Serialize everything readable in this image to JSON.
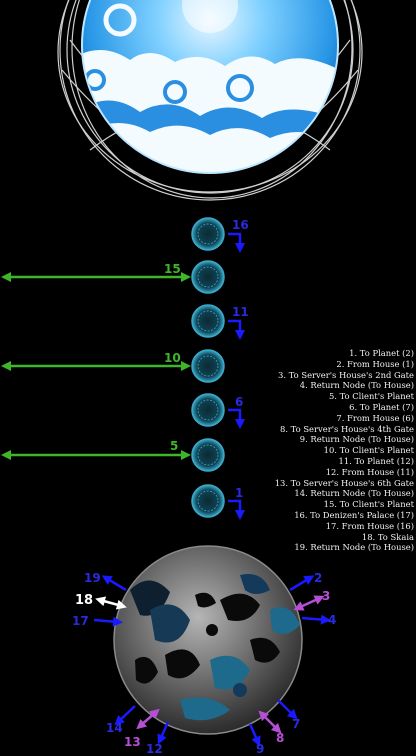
{
  "node_labels": {
    "n16": "16",
    "n15": "15",
    "n11": "11",
    "n10": "10",
    "n6": "6",
    "n5": "5",
    "n1": "1"
  },
  "bottom_labels": {
    "l19": "19",
    "l18": "18",
    "l17": "17",
    "l2": "2",
    "l3": "3",
    "l4": "4",
    "l14": "14",
    "l13": "13",
    "l12": "12",
    "l9": "9",
    "l8": "8",
    "l7": "7"
  },
  "legend": [
    "1. To Planet (2)",
    "2. From House (1)",
    "3. To Server's House's 2nd Gate",
    "4. Return Node (To House)",
    "5. To Client's Planet",
    "6. To Planet (7)",
    "7. From House (6)",
    "8. To Server's House's 4th Gate",
    "9. Return Node (To House)",
    "10. To Client's Planet",
    "11. To Planet (12)",
    "12. From House (11)",
    "13. To Server's House's 6th Gate",
    "14. Return Node (To House)",
    "15. To Client's Planet",
    "16. To Denizen's Palace (17)",
    "17. From House (16)",
    "18. To Skaia",
    "19. Return Node (To House)"
  ],
  "colors": {
    "blue_arrow": "#1a1aff",
    "blue_label": "#2a2ae0",
    "green_arrow": "#3fb62a",
    "purple_arrow": "#b54fd6",
    "white_arrow": "#ffffff",
    "node_cyan": "#3aa9c9",
    "planet_top_blue": "#2fa2ea",
    "planet_bottom_gray": "#5c5c5c"
  }
}
